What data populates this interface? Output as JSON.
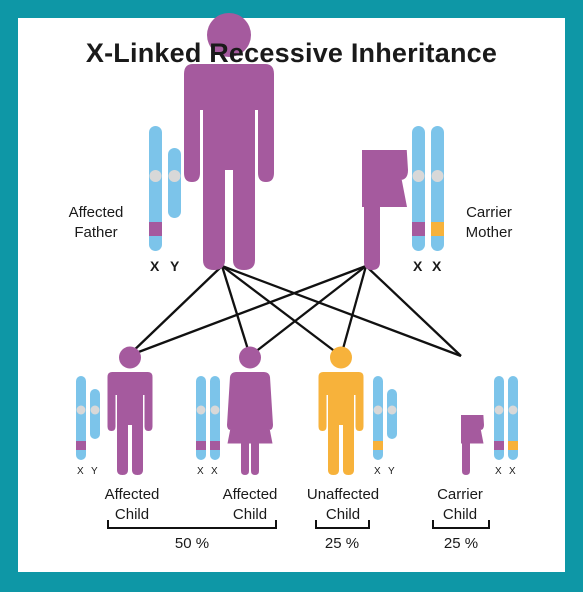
{
  "title": "X-Linked Recessive Inheritance",
  "colors": {
    "frame": "#0e97a6",
    "affected": "#a55a9e",
    "carrier_allele": "#f7b23b",
    "chromosome": "#7cc4ea",
    "line": "#111111"
  },
  "parents": {
    "father": {
      "label_line1": "Affected",
      "label_line2": "Father",
      "chromosomes": [
        "X",
        "Y"
      ],
      "status": "affected"
    },
    "mother": {
      "label_line1": "Carrier",
      "label_line2": "Mother",
      "chromosomes": [
        "X",
        "X"
      ],
      "status": "carrier"
    }
  },
  "children": [
    {
      "label_line1": "Affected",
      "label_line2": "Child",
      "chromosomes": [
        "X",
        "Y"
      ],
      "status": "affected"
    },
    {
      "label_line1": "Affected",
      "label_line2": "Child",
      "chromosomes": [
        "X",
        "X"
      ],
      "status": "affected"
    },
    {
      "label_line1": "Unaffected",
      "label_line2": "Child",
      "chromosomes": [
        "X",
        "Y"
      ],
      "status": "unaffected"
    },
    {
      "label_line1": "Carrier",
      "label_line2": "Child",
      "chromosomes": [
        "X",
        "X"
      ],
      "status": "carrier"
    }
  ],
  "groups": [
    {
      "percent": "50 %"
    },
    {
      "percent": "25 %"
    },
    {
      "percent": "25 %"
    }
  ]
}
